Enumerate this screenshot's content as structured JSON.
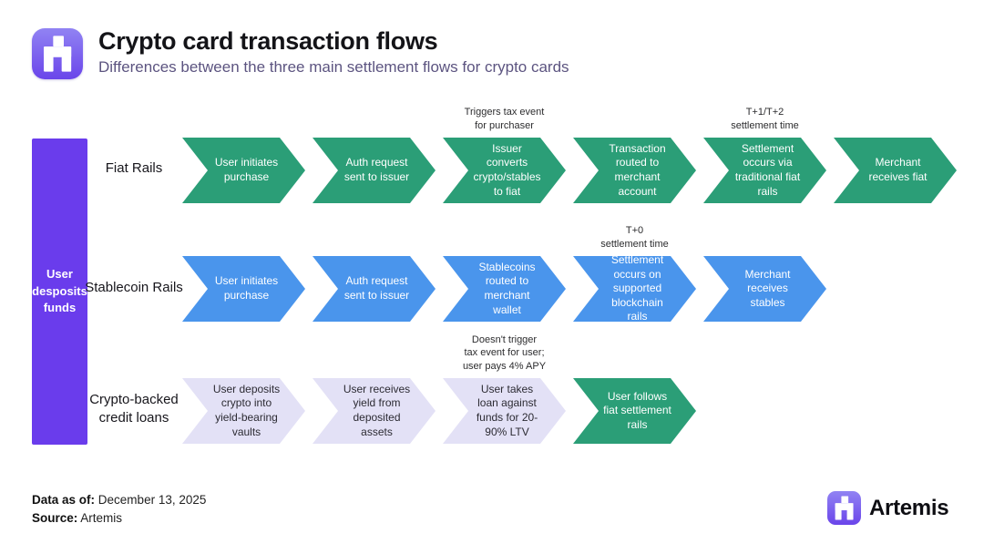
{
  "header": {
    "title": "Crypto card transaction flows",
    "subtitle": "Differences between the three main settlement flows for crypto cards"
  },
  "funds_bar": {
    "text": "User\ndesposits\nfunds"
  },
  "rows": [
    {
      "label": "Fiat Rails",
      "color": "#2b9e77",
      "chevrons": [
        {
          "text": "User initiates purchase"
        },
        {
          "text": "Auth request sent to issuer"
        },
        {
          "text": "Issuer converts crypto/stables to fiat",
          "note": "Triggers tax event\nfor purchaser"
        },
        {
          "text": "Transaction routed to merchant account"
        },
        {
          "text": "Settlement occurs via traditional fiat rails",
          "note": "T+1/T+2\nsettlement time"
        },
        {
          "text": "Merchant receives fiat"
        }
      ]
    },
    {
      "label": "Stablecoin Rails",
      "color": "#4a95ec",
      "chevrons": [
        {
          "text": "User initiates purchase"
        },
        {
          "text": "Auth request sent to issuer"
        },
        {
          "text": "Stablecoins routed to merchant wallet"
        },
        {
          "text": "Settlement occurs on supported blockchain rails",
          "note": "T+0\nsettlement time"
        },
        {
          "text": "Merchant receives stables"
        }
      ]
    },
    {
      "label": "Crypto-backed\ncredit loans",
      "color": "#e3e1f6",
      "chevrons": [
        {
          "text": "User deposits crypto into yield-bearing vaults"
        },
        {
          "text": "User receives yield from deposited assets"
        },
        {
          "text": "User takes loan against funds for 20-90% LTV",
          "note": "Doesn't trigger\ntax event for user;\nuser pays 4% APY"
        },
        {
          "text": "User follows fiat settlement rails",
          "highlight_color": "#2b9e77"
        }
      ]
    }
  ],
  "footer": {
    "data_as_of_label": "Data as of:",
    "data_as_of_value": "December 13, 2025",
    "source_label": "Source:",
    "source_value": "Artemis",
    "brand": "Artemis"
  },
  "colors": {
    "fiat_green": "#2b9e77",
    "stablecoin_blue": "#4a95ec",
    "crypto_lavender": "#e3e1f6",
    "funds_bar_purple": "#6a3cec",
    "logo_purple": "#6a45ea",
    "subtitle_purple": "#5c5480"
  }
}
